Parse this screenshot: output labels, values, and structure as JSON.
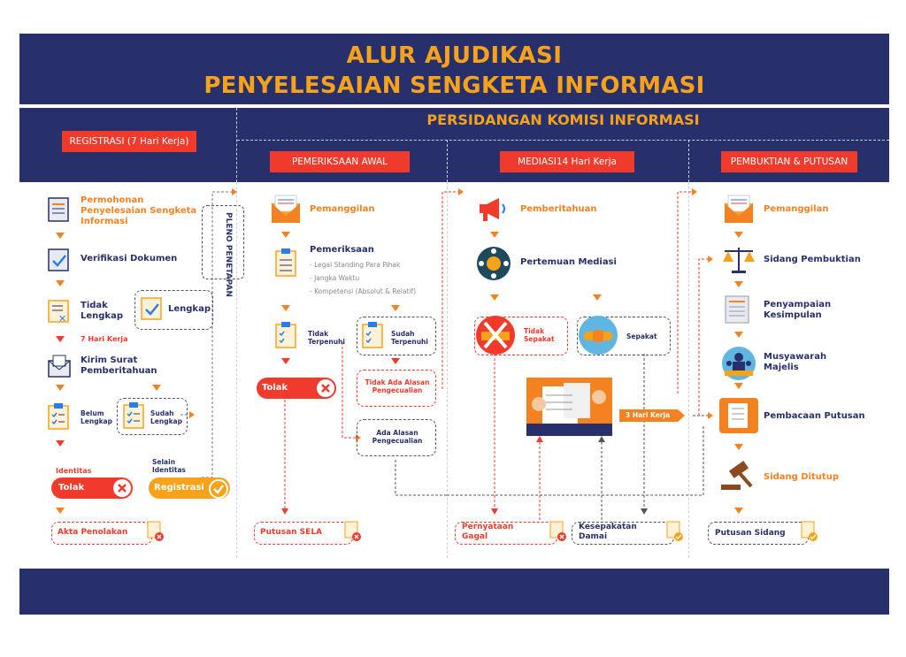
{
  "title": {
    "line1": "ALUR AJUDIKASI",
    "line2": "PENYELESAIAN SENGKETA INFORMASI"
  },
  "persidangan": "PERSIDANGAN KOMISI INFORMASI",
  "sections": {
    "registrasi": "REGISTRASI (7 Hari Kerja)",
    "pemeriksaan": "PEMERIKSAAN AWAL",
    "mediasi": "MEDIASI14 Hari Kerja",
    "pembuktian": "PEMBUKTIAN & PUTUSAN"
  },
  "col1": {
    "permohonan": "Permohonan Penyelesaian Sengketa Informasi",
    "verifikasi": "Verifikasi Dokumen",
    "tidak_lengkap": "Tidak Lengkap",
    "lengkap": "Lengkap",
    "hari_kerja": "7 Hari Kerja",
    "kirim_surat": "Kirim Surat Pemberitahuan",
    "belum_lengkap": "Belum Lengkap",
    "sudah_lengkap": "Sudah Lengkap",
    "identitas": "Identitas",
    "selain_identitas": "Selain Identitas",
    "tolak": "Tolak",
    "registrasi": "Registrasi",
    "akta": "Akta Penolakan",
    "pleno": "PLENO PENETAPAN"
  },
  "col2": {
    "pemanggilan": "Pemanggilan",
    "pemeriksaan": "Pemeriksaan",
    "items": [
      "- Legal Standing Para Pihak",
      "- Jangka Waktu",
      "- Kompetensi (Absolut & Relatif)"
    ],
    "tidak_terpenuhi": "Tidak Terpenuhi",
    "sudah_terpenuhi": "Sudah Terpenuhi",
    "tolak": "Tolak",
    "tidak_ada_alasan": "Tidak Ada Alasan Pengecualian",
    "ada_alasan": "Ada Alasan Pengecualian",
    "putusan_sela": "Putusan SELA"
  },
  "col3": {
    "pemberitahuan": "Pemberitahuan",
    "pertemuan": "Pertemuan Mediasi",
    "tidak_sepakat": "Tidak Sepakat",
    "sepakat": "Sepakat",
    "hari_kerja": "3 Hari Kerja",
    "pernyataan_gagal": "Pernyataan Gagal",
    "kesepakatan": "Kesepakatan Damai"
  },
  "col4": {
    "pemanggilan": "Pemanggilan",
    "sidang_pembuktian": "Sidang Pembuktian",
    "penyampaian": "Penyampaian Kesimpulan",
    "musyawarah": "Musyawarah Majelis",
    "pembacaan": "Pembacaan Putusan",
    "sidang_ditutup": "Sidang Ditutup",
    "putusan_sidang": "Putusan Sidang"
  },
  "colors": {
    "navy": "#27306b",
    "orange": "#f58220",
    "red": "#ef3a2c",
    "gold": "#f7a21b"
  }
}
